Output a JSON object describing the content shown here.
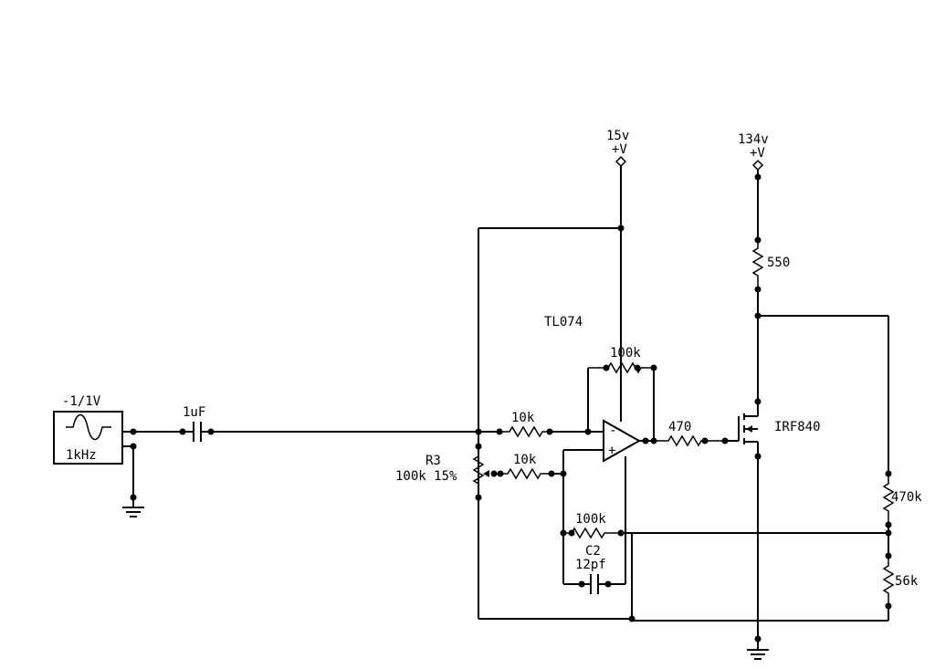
{
  "components": {
    "source": {
      "amplitude": "-1/1V",
      "frequency": "1kHz"
    },
    "coupling_cap": {
      "value": "1uF"
    },
    "supply_opamp": {
      "voltage": "15v",
      "symbol": "+V"
    },
    "supply_hv": {
      "voltage": "134v",
      "symbol": "+V"
    },
    "opamp": {
      "part": "TL074",
      "minus": "-",
      "plus": "+"
    },
    "feedback_resistor": {
      "value": "100k"
    },
    "input_resistor": {
      "value": "10k"
    },
    "pot_resistor": {
      "value": "10k"
    },
    "pot": {
      "name": "R3",
      "value": "100k 15%"
    },
    "gate_resistor": {
      "value": "470"
    },
    "mosfet": {
      "part": "IRF840"
    },
    "drain_resistor": {
      "value": "550"
    },
    "divider_top": {
      "value": "470k"
    },
    "divider_bottom": {
      "value": "56k"
    },
    "lower_resistor": {
      "value": "100k"
    },
    "cap_c2": {
      "name": "C2",
      "value": "12pf"
    }
  },
  "icons": [
    "sine-source-icon",
    "ground-icon",
    "capacitor-icon",
    "resistor-icon",
    "opamp-icon",
    "mosfet-icon",
    "potentiometer-icon",
    "supply-terminal-icon"
  ]
}
